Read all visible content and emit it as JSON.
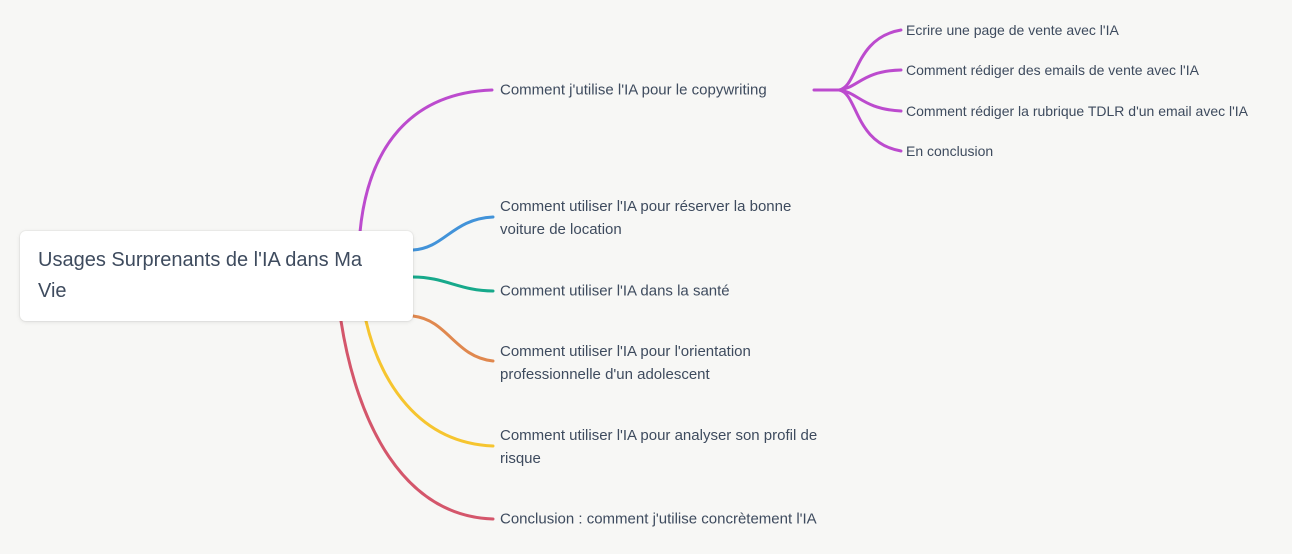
{
  "canvas": {
    "background": "#f7f7f5",
    "text_color": "#3e4b5e"
  },
  "root": {
    "label": "Usages Surprenants de l'IA dans Ma\nVie"
  },
  "branches": [
    {
      "label": "Comment j'utilise l'IA pour le copywriting",
      "color": "#bc4bce",
      "children": [
        {
          "label": "Ecrire une page de vente avec l'IA"
        },
        {
          "label": "Comment rédiger des emails de vente avec l'IA"
        },
        {
          "label": "Comment rédiger la rubrique TDLR d'un email avec l'IA"
        },
        {
          "label": "En conclusion"
        }
      ]
    },
    {
      "label": "Comment utiliser l'IA pour réserver la bonne\nvoiture de location",
      "color": "#4293d9",
      "children": []
    },
    {
      "label": "Comment utiliser l'IA dans la santé",
      "color": "#17a98b",
      "children": []
    },
    {
      "label": "Comment utiliser l'IA pour l'orientation\nprofessionnelle d'un adolescent",
      "color": "#e0884e",
      "children": []
    },
    {
      "label": "Comment utiliser l'IA pour analyser son profil de\nrisque",
      "color": "#f6c52f",
      "children": []
    },
    {
      "label": "Conclusion : comment j'utilise concrètement l'IA",
      "color": "#d4566b",
      "children": []
    }
  ]
}
